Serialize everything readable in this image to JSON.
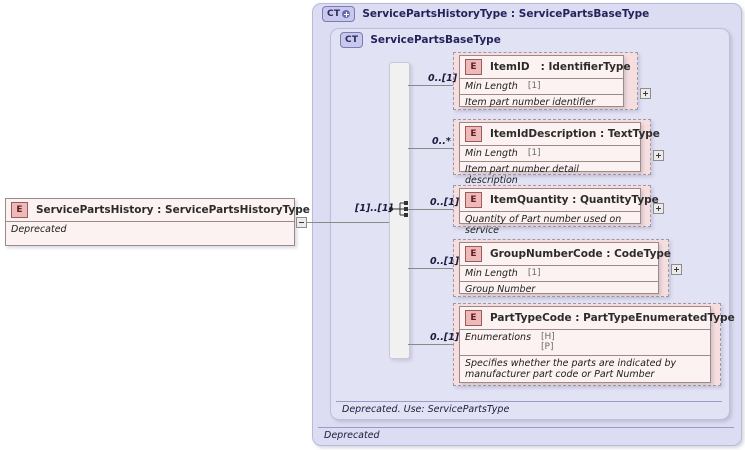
{
  "diagram": {
    "kind": "xsd-schema-diagram",
    "root_element": {
      "badge": "E",
      "name": "ServicePartsHistory",
      "separator": " : ",
      "type": "ServicePartsHistoryType",
      "annotation": "Deprecated",
      "toggle": "collapse-toggle"
    },
    "outer_container": {
      "badge": "CT",
      "badge_icon": "plus-dot-icon",
      "name": "ServicePartsHistoryType",
      "separator": " : ",
      "base": "ServicePartsBaseType",
      "annotation": "Deprecated"
    },
    "inner_container": {
      "badge": "CT",
      "name": "ServicePartsBaseType",
      "annotation": "Deprecated. Use: ServicePartsType"
    },
    "compositor": {
      "kind": "sequence-compositor",
      "cardinality": "[1]..[1]"
    },
    "children": [
      {
        "badge": "E",
        "name": "ItemID",
        "separator": " : ",
        "type": "IdentifierType",
        "cardinality": "0..[1]",
        "facet": {
          "name": "Min Length",
          "values": [
            "[1]"
          ]
        },
        "documentation": "Item part number identifier",
        "toggle": "expand-toggle"
      },
      {
        "badge": "E",
        "name": "ItemIdDescription",
        "separator": " : ",
        "type": "TextType",
        "cardinality": "0..*",
        "facet": {
          "name": "Min Length",
          "values": [
            "[1]"
          ]
        },
        "documentation": "Item part number detail description",
        "toggle": "expand-toggle"
      },
      {
        "badge": "E",
        "name": "ItemQuantity",
        "separator": " : ",
        "type": "QuantityType",
        "cardinality": "0..[1]",
        "facet": null,
        "documentation": "Quantity of Part number used on service",
        "toggle": "expand-toggle"
      },
      {
        "badge": "E",
        "name": "GroupNumberCode",
        "separator": " : ",
        "type": "CodeType",
        "cardinality": "0..[1]",
        "facet": {
          "name": "Min Length",
          "values": [
            "[1]"
          ]
        },
        "documentation": "Group Number",
        "toggle": "expand-toggle"
      },
      {
        "badge": "E",
        "name": "PartTypeCode",
        "separator": " : ",
        "type": "PartTypeEnumeratedType",
        "cardinality": "0..[1]",
        "facet": {
          "name": "Enumerations",
          "values": [
            "[H]",
            "[P]"
          ]
        },
        "documentation": "Specifies whether the parts are indicated by manufacturer part code or Part Number",
        "toggle": null
      }
    ],
    "colors": {
      "container_fill": "#dcdcf2",
      "container_inner_fill": "#e2e2f5",
      "element_fill": "#fdf2f2",
      "element_dashed_fill": "#f6dede",
      "element_badge": "#f0b9b9",
      "ct_badge": "#c8c8ec",
      "line": "#8a8a8a"
    }
  }
}
